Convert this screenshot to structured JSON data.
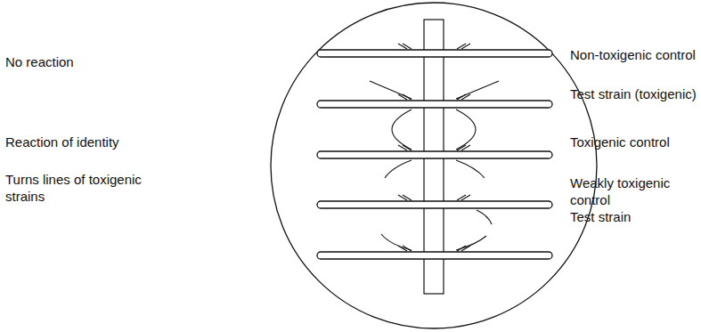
{
  "diagram": {
    "labels": [
      "No reaction",
      "Reaction of identity",
      "Turns lines of toxigenic strains",
      "Non-toxigenic control",
      "Test strain (toxigenic)",
      "Toxigenic control",
      "Weakly toxigenic control",
      "Test strain"
    ]
  }
}
